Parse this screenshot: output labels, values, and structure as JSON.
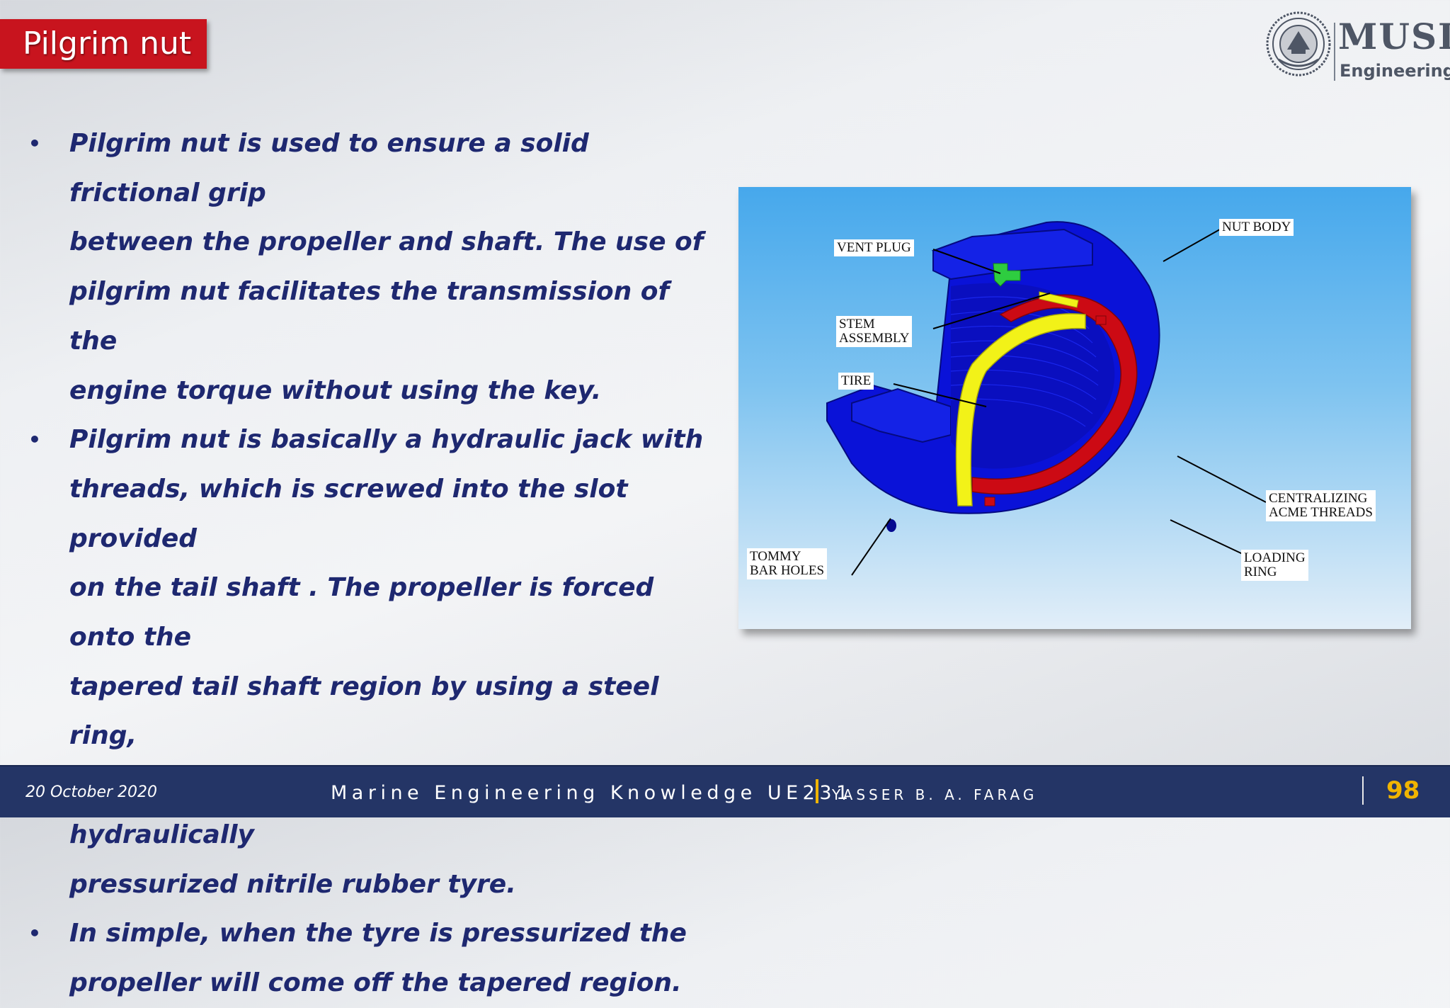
{
  "slide": {
    "title": "Pilgrim nut"
  },
  "logo": {
    "name": "MUSI",
    "subtitle": "Engineering"
  },
  "bullets": [
    {
      "marker": "•",
      "lines": [
        "Pilgrim nut is used to ensure a solid frictional grip",
        "between the propeller and shaft. The use of",
        "pilgrim nut facilitates the transmission of the",
        "engine torque without using the key."
      ]
    },
    {
      "marker": "•",
      "lines": [
        "Pilgrim nut is basically a hydraulic jack with",
        "threads, which is screwed into the slot provided",
        "on the tail shaft . The propeller is forced onto the",
        "tapered tail shaft region by using a steel ring,",
        "which receives the thrust from a hydraulically",
        "pressurized nitrile rubber tyre."
      ]
    },
    {
      "marker": "•",
      "lines": [
        "In simple, when the tyre is pressurized the",
        "propeller will come off the tapered region."
      ]
    }
  ],
  "figure": {
    "labels": {
      "nut_body": "NUT BODY",
      "vent_plug": "VENT PLUG",
      "stem_line1": "STEM",
      "stem_line2": "ASSEMBLY",
      "tire": "TIRE",
      "centralizing_line1": "CENTRALIZING",
      "centralizing_line2": "ACME THREADS",
      "tommy_line1": "TOMMY",
      "tommy_line2": "BAR HOLES",
      "loading_line1": "LOADING",
      "loading_line2": "RING"
    },
    "colors": {
      "nut_body": "#0a12d8",
      "loading_ring": "#cc0a14",
      "tire": "#f2f218",
      "vent_plug": "#2ecc40"
    }
  },
  "footer": {
    "date": "20 October 2020",
    "course": "Marine Engineering Knowledge UE231",
    "author": "YASSER B. A. FARAG",
    "page": "98"
  },
  "colors": {
    "title_bg": "#c8141e",
    "body_text": "#1e2870",
    "footer_bg": "#243566",
    "accent_gold": "#f0b400"
  }
}
